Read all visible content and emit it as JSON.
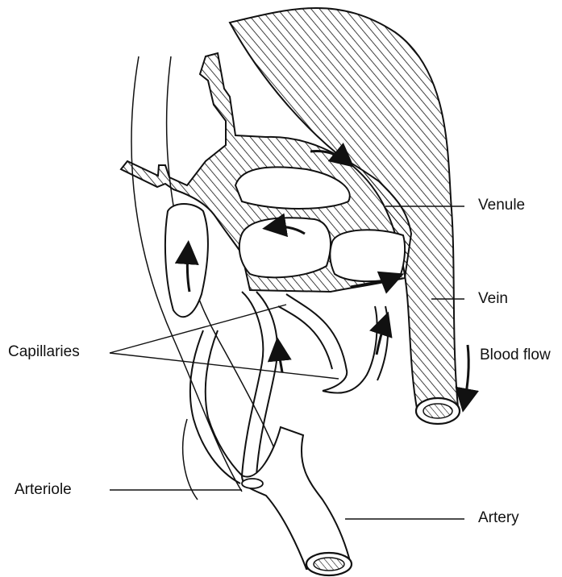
{
  "labels": {
    "venule": "Venule",
    "vein": "Vein",
    "capillaries": "Capillaries",
    "blood_flow": "Blood flow",
    "arteriole": "Arteriole",
    "artery": "Artery"
  },
  "colors": {
    "ink": "#111111",
    "vessel_fill": "#ffffff",
    "background": "#ffffff"
  }
}
